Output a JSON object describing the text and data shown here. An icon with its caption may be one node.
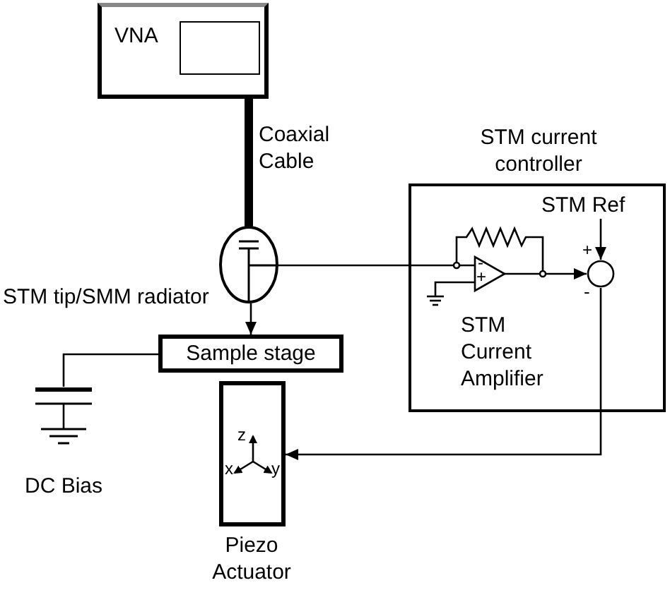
{
  "diagram": {
    "nodes": [
      {
        "text": [
          "VNA"
        ]
      },
      {
        "text": [],
        "shape": "oval"
      },
      {
        "text": [
          "STM current controller"
        ]
      },
      {
        "text": [],
        "shape": "triangle",
        "in": 2,
        "beside": [
          "STM Current Amplifier"
        ]
      },
      {
        "text": [
          "STM Ref"
        ],
        "in": 2
      },
      {
        "text": [],
        "shape": "circle",
        "in": 2
      },
      {
        "text": [
          "Sample stage"
        ]
      },
      {
        "text": [
          "DC Bias"
        ]
      },
      {
        "text": [
          "Piezo Actuator"
        ]
      }
    ],
    "edges": [
      {
        "from": 0,
        "to": 1,
        "arrow": "none",
        "style": "thick",
        "label": "Coaxial Cable"
      },
      {
        "from": 1,
        "to": 3,
        "arrow": "none"
      },
      {
        "from": 3,
        "to": 5,
        "arrow": "to"
      },
      {
        "from": 4,
        "to": 5,
        "arrow": "to"
      },
      {
        "from": 5,
        "to": 8,
        "arrow": "to"
      },
      {
        "from": 1,
        "to": 6,
        "arrow": "to"
      },
      {
        "from": 6,
        "to": 7,
        "arrow": "none"
      }
    ],
    "labels": [
      "+",
      "-",
      "+",
      "-",
      "STM tip/SMM radiator",
      "z",
      "x",
      "y"
    ]
  }
}
